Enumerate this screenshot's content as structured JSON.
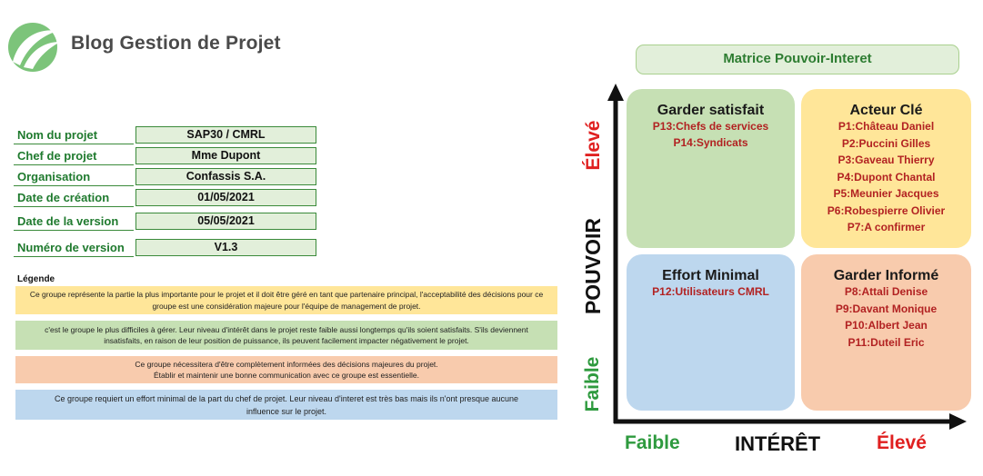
{
  "brand": {
    "name": "Blog Gestion de Projet"
  },
  "project_info": [
    {
      "label": "Nom du projet",
      "value": "SAP30 / CMRL"
    },
    {
      "label": "Chef de projet",
      "value": "Mme Dupont"
    },
    {
      "label": "Organisation",
      "value": "Confassis S.A."
    },
    {
      "label": "Date de création",
      "value": "01/05/2021"
    },
    {
      "label": "Date de la version",
      "value": "05/05/2021"
    },
    {
      "label": "Numéro de version",
      "value": "V1.3"
    }
  ],
  "legend": {
    "title": "Légende",
    "entries": [
      {
        "line1": "Ce groupe représente la partie la plus importante pour le projet et il doit être géré en tant que partenaire principal, l'acceptabilité des décisions pour ce",
        "line2": "groupe est une considération majeure pour l'équipe de management de projet."
      },
      {
        "line1": "c'est le groupe le plus difficiles à gérer. Leur niveau d'intérêt dans le projet reste faible aussi longtemps qu'ils soient satisfaits. S'ils deviennent",
        "line2": "insatisfaits, en raison de leur position de puissance, ils peuvent facilement impacter négativement le projet."
      },
      {
        "line1": "Ce groupe nécessitera d'être complètement informées des décisions majeures du projet.",
        "line2": "Établir et maintenir une bonne communication avec ce groupe est essentielle."
      },
      {
        "line1": "Ce groupe requiert un effort minimal de la part du chef de projet. Leur niveau d'interet est très bas mais ils n'ont presque aucune",
        "line2": "influence sur le projet."
      }
    ]
  },
  "matrix": {
    "title": "Matrice Pouvoir-Interet",
    "y_axis": {
      "label": "POUVOIR",
      "high": "Élevé",
      "low": "Faible"
    },
    "x_axis": {
      "label": "INTÉRÊT",
      "high": "Élevé",
      "low": "Faible"
    },
    "quadrants": {
      "top_left": {
        "title": "Garder satisfait",
        "items": [
          "P13:Chefs de services",
          "P14:Syndicats"
        ]
      },
      "top_right": {
        "title": "Acteur Clé",
        "items": [
          "P1:Château Daniel",
          "P2:Puccini Gilles",
          "P3:Gaveau Thierry",
          "P4:Dupont Chantal",
          "P5:Meunier Jacques",
          "P6:Robespierre Olivier",
          "P7:A confirmer"
        ]
      },
      "bottom_left": {
        "title": "Effort Minimal",
        "items": [
          "P12:Utilisateurs CMRL"
        ]
      },
      "bottom_right": {
        "title": "Garder Informé",
        "items": [
          "P8:Attali Denise",
          "P9:Davant Monique",
          "P10:Albert Jean",
          "P11:Duteil Eric"
        ]
      }
    },
    "colors": {
      "keep_satisfied": "#c6e0b4",
      "key_player": "#ffe699",
      "minimal_effort": "#bdd7ee",
      "keep_informed": "#f8cbad",
      "item_text": "#b22222",
      "high": "#e02020",
      "low": "#2e9a3e"
    }
  }
}
